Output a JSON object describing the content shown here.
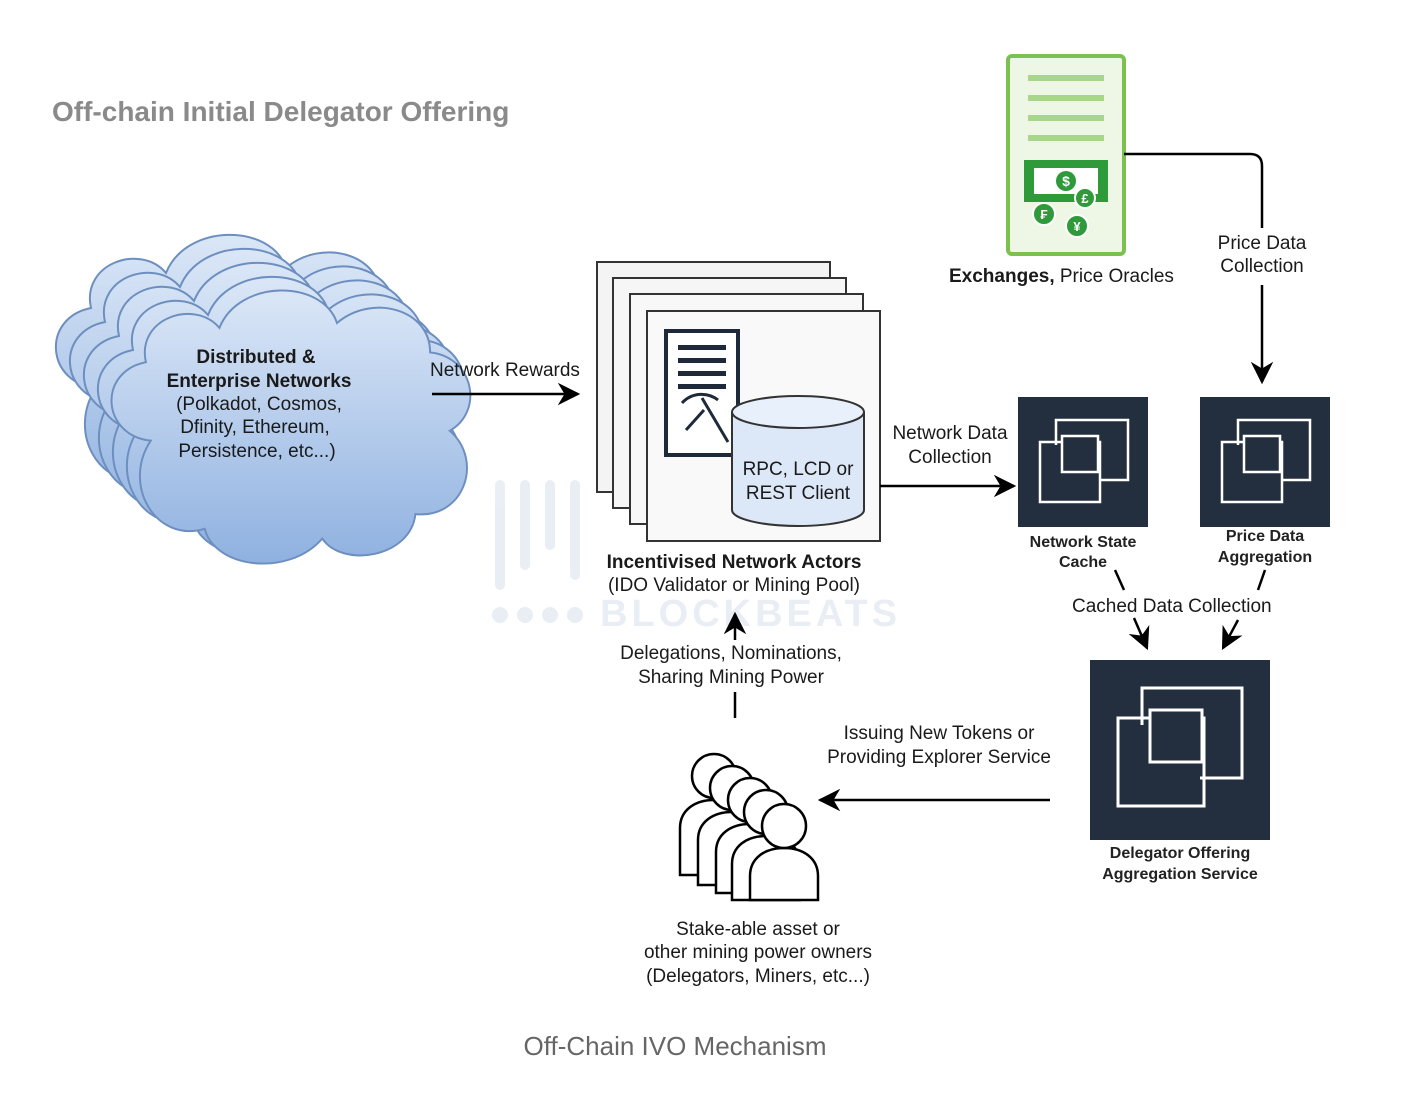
{
  "title": "Off-chain Initial Delegator Offering",
  "caption": "Off-Chain IVO Mechanism",
  "networks": {
    "line1": "Distributed &",
    "line2": "Enterprise Networks",
    "line3": "(Polkadot, Cosmos,",
    "line4": "Dfinity, Ethereum,",
    "line5": "Persistence, etc...)"
  },
  "exchanges": {
    "bold": "Exchanges,",
    "rest": " Price Oracles"
  },
  "actors": {
    "client_line1": "RPC, LCD or",
    "client_line2": "REST Client",
    "name": "Incentivised Network Actors",
    "sub": "(IDO Validator or Mining Pool)"
  },
  "services": {
    "network_state_line1": "Network State",
    "network_state_line2": "Cache",
    "price_agg_line1": "Price Data",
    "price_agg_line2": "Aggregation",
    "offering_line1": "Delegator Offering",
    "offering_line2": "Aggregation Service"
  },
  "delegators": {
    "line1": "Stake-able asset or",
    "line2": "other mining power owners",
    "line3": "(Delegators, Miners, etc...)"
  },
  "edges": {
    "network_rewards": "Network Rewards",
    "price_collection_line1": "Price Data",
    "price_collection_line2": "Collection",
    "network_data_line1": "Network Data",
    "network_data_line2": "Collection",
    "cached_collection": "Cached Data Collection",
    "delegations_line1": "Delegations, Nominations,",
    "delegations_line2": "Sharing Mining Power",
    "issuing_line1": "Issuing New Tokens or",
    "issuing_line2": "Providing Explorer Service"
  },
  "watermark": {
    "text": "BLOCKBEATS"
  },
  "icons": {
    "cloud": "cloud-icon",
    "document": "document-icon",
    "pickaxe": "pickaxe-icon",
    "database": "database-icon",
    "server": "server-icon",
    "money": "money-icon",
    "chip": "chip-icon",
    "people": "people-group-icon"
  },
  "colors": {
    "cloud_fill": "#a9c4ea",
    "cloud_stroke": "#6d8fbf",
    "server_green": "#7cc04f",
    "service_bg": "#232f3e",
    "database_fill": "#dce8f8"
  }
}
